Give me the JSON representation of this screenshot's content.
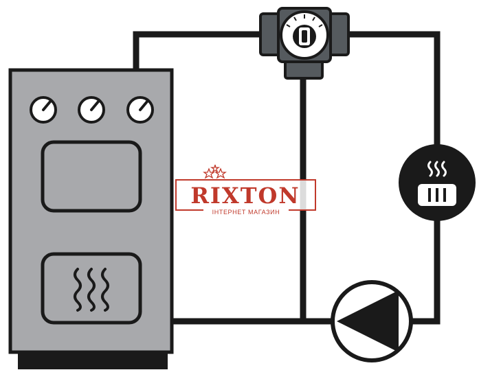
{
  "diagram": {
    "title": "",
    "components": {
      "boiler": {
        "name": "boiler-unit",
        "gauges": 3
      },
      "mixing_valve": {
        "name": "three-way-mixing-valve"
      },
      "radiator": {
        "name": "heating-radiator-icon"
      },
      "pump": {
        "name": "circulation-pump-icon"
      }
    },
    "watermark": {
      "brand": "RIXTON",
      "subtitle": "ІНТЕРНЕТ МАГАЗИН",
      "color": "#c0392b"
    },
    "colors": {
      "pipe": "#1a1a1a",
      "boiler_body": "#a8a9ac",
      "boiler_base": "#1a1a1a",
      "valve_body": "#555a5e",
      "white": "#ffffff"
    }
  }
}
